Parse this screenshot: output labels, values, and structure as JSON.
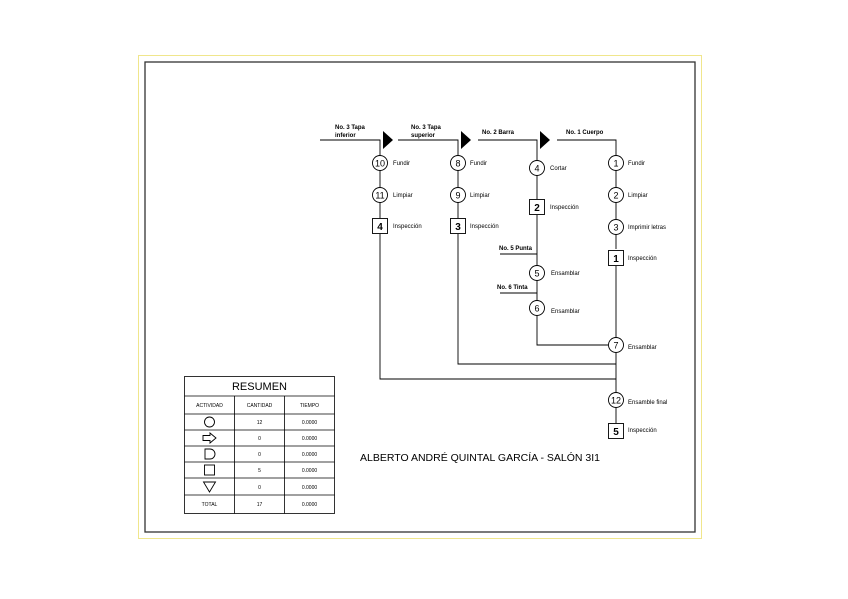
{
  "colors": {
    "outer_border": "#f0e68c",
    "line": "#000000",
    "background": "#ffffff"
  },
  "inputs": [
    {
      "label_line1": "No. 3 Tapa",
      "label_line2": "inferior"
    },
    {
      "label_line1": "No. 3 Tapa",
      "label_line2": "superior"
    },
    {
      "label_line1": "No. 2 Barra",
      "label_line2": ""
    },
    {
      "label_line1": "No. 1 Cuerpo",
      "label_line2": ""
    }
  ],
  "column_a": [
    {
      "num": "10",
      "shape": "circle",
      "label": "Fundir"
    },
    {
      "num": "11",
      "shape": "circle",
      "label": "Limpiar"
    },
    {
      "num": "4",
      "shape": "square",
      "label": "Inspección"
    }
  ],
  "column_b": [
    {
      "num": "8",
      "shape": "circle",
      "label": "Fundir"
    },
    {
      "num": "9",
      "shape": "circle",
      "label": "Limpiar"
    },
    {
      "num": "3",
      "shape": "square",
      "label": "Inspección"
    }
  ],
  "column_c": [
    {
      "num": "4",
      "shape": "circle",
      "label": "Cortar"
    },
    {
      "num": "2",
      "shape": "square",
      "label": "Inspección"
    },
    {
      "num": "5",
      "shape": "circle",
      "label": "Ensamblar"
    },
    {
      "num": "6",
      "shape": "circle",
      "label": "Ensamblar"
    }
  ],
  "side_inputs": [
    {
      "label": "No. 5 Punta"
    },
    {
      "label": "No. 6 Tinta"
    }
  ],
  "column_d": [
    {
      "num": "1",
      "shape": "circle",
      "label": "Fundir"
    },
    {
      "num": "2",
      "shape": "circle",
      "label": "Limpiar"
    },
    {
      "num": "3",
      "shape": "circle",
      "label": "Imprimir letras"
    },
    {
      "num": "1",
      "shape": "square",
      "label": "Inspección"
    },
    {
      "num": "7",
      "shape": "circle",
      "label": "Ensamblar"
    },
    {
      "num": "12",
      "shape": "circle",
      "label": "Ensamble final"
    },
    {
      "num": "5",
      "shape": "square",
      "label": "Inspección"
    }
  ],
  "summary": {
    "title": "RESUMEN",
    "headers": [
      "ACTIVIDAD",
      "CANTIDAD",
      "TIEMPO"
    ],
    "rows": [
      {
        "icon": "operation-circle-icon",
        "cantidad": "12",
        "tiempo": "0.0000"
      },
      {
        "icon": "transport-arrow-icon",
        "cantidad": "0",
        "tiempo": "0.0000"
      },
      {
        "icon": "delay-d-icon",
        "cantidad": "0",
        "tiempo": "0.0000"
      },
      {
        "icon": "inspection-square-icon",
        "cantidad": "5",
        "tiempo": "0.0000"
      },
      {
        "icon": "storage-triangle-icon",
        "cantidad": "0",
        "tiempo": "0.0000"
      }
    ],
    "total": {
      "label": "TOTAL",
      "cantidad": "17",
      "tiempo": "0.0000"
    }
  },
  "author": "ALBERTO ANDRÉ QUINTAL GARCÍA - SALÓN 3I1"
}
